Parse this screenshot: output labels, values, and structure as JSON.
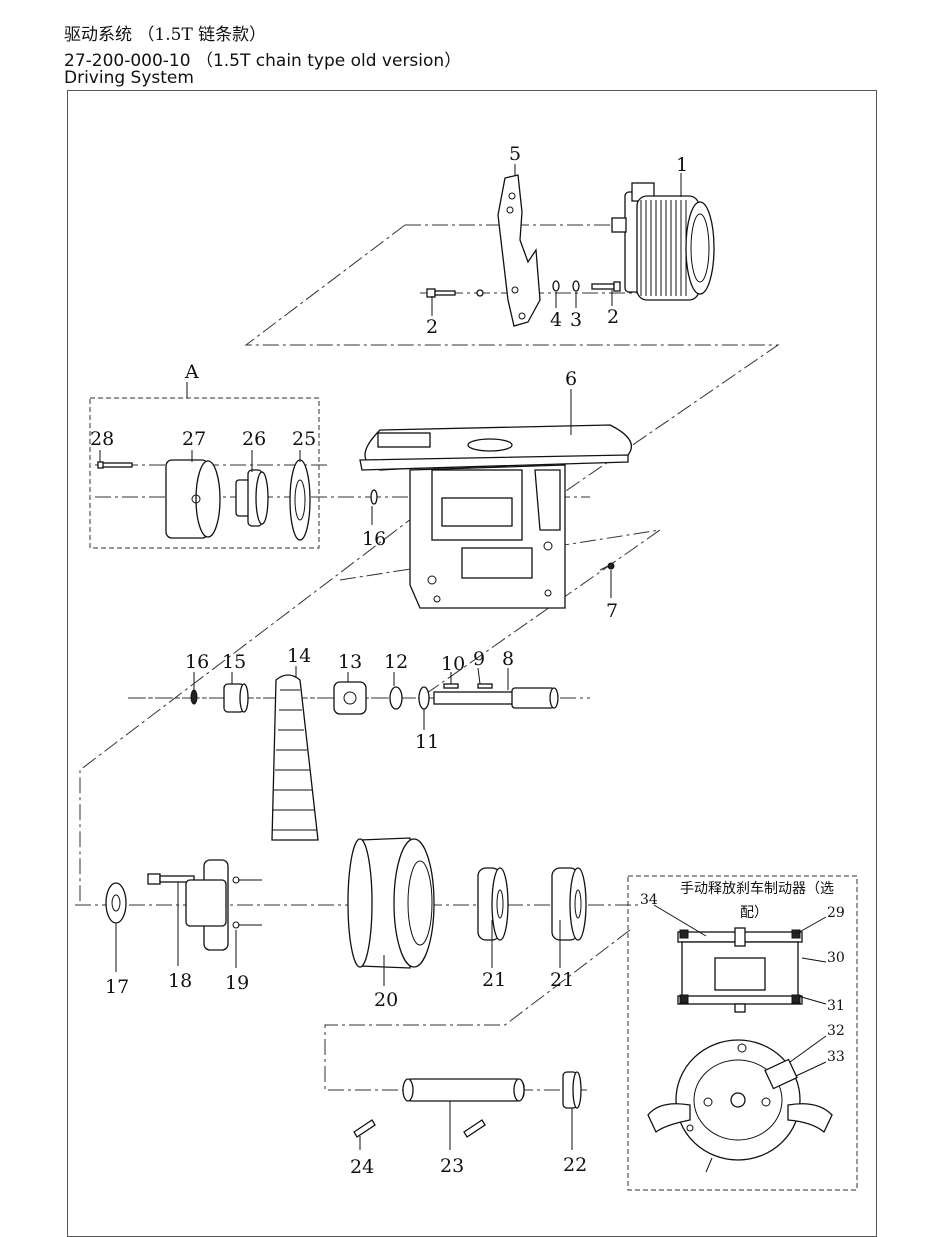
{
  "header": {
    "line1": "驱动系统 （1.5T 链条款）",
    "line2": "27-200-000-10 （1.5T chain type old version）",
    "line3": "Driving System"
  },
  "drawing": {
    "group_label": "A",
    "brake_box_title_1": "手动释放刹车制动器（选",
    "brake_box_title_2": "配）",
    "callouts": {
      "p1": "1",
      "p2a": "2",
      "p2b": "2",
      "p3": "3",
      "p4": "4",
      "p5": "5",
      "p6": "6",
      "p7": "7",
      "p8": "8",
      "p9": "9",
      "p10": "10",
      "p11": "11",
      "p12": "12",
      "p13": "13",
      "p14": "14",
      "p15": "15",
      "p16a": "16",
      "p16b": "16",
      "p17": "17",
      "p18": "18",
      "p19": "19",
      "p20": "20",
      "p21a": "21",
      "p21b": "21",
      "p22": "22",
      "p23": "23",
      "p24": "24",
      "p25": "25",
      "p26": "26",
      "p27": "27",
      "p28": "28",
      "p29": "29",
      "p30": "30",
      "p31": "31",
      "p32": "32",
      "p33": "33",
      "p34": "34"
    }
  }
}
